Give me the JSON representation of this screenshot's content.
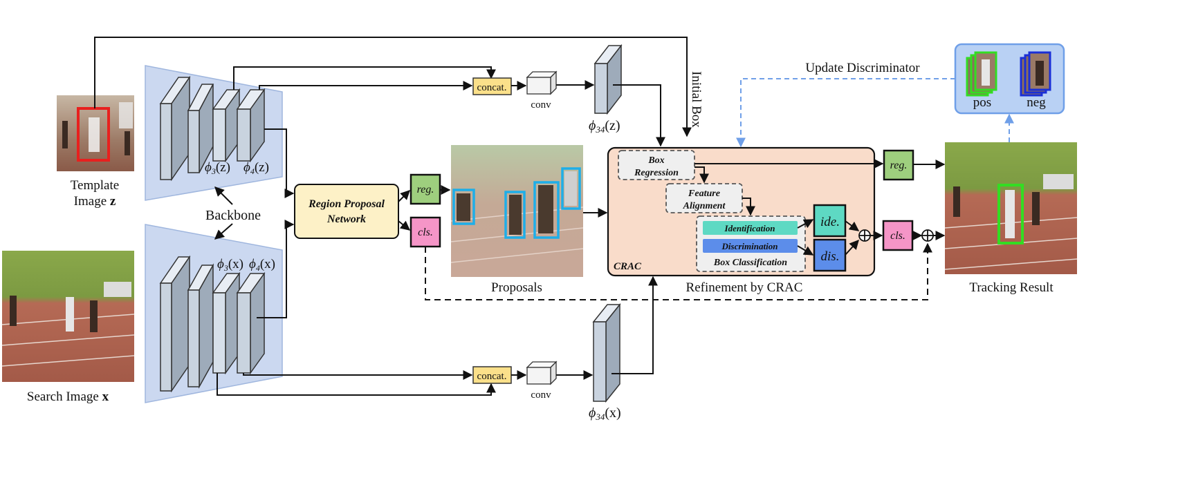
{
  "colors": {
    "template_box": "#e8201e",
    "proposal_box": "#1eaee8",
    "pos_box": "#33dd22",
    "neg_box": "#1a2fd6",
    "backbone_fill": "#cbd8f0",
    "layer_fill": "#a9b6c6",
    "rpn_fill": "#fdf1c7",
    "crac_fill": "#f9dcca",
    "concat_fill": "#fbe08a",
    "reg_fill": "#9ecf7e",
    "cls_fill": "#f595c7",
    "ide_fill": "#5ed9c3",
    "dis_fill": "#5c8dea",
    "memory_fill": "#b9d1f4",
    "memory_border": "#6f9fe8"
  },
  "inputs": {
    "template_label_1": "Template",
    "template_label_2": "Image ",
    "template_var": "z",
    "search_label": "Search Image ",
    "search_var": "x"
  },
  "backbone": {
    "label": "Backbone",
    "phi3z": "ϕ",
    "phi3z_sub": "3",
    "phi3z_arg": "(z)",
    "phi4z": "ϕ",
    "phi4z_sub": "4",
    "phi4z_arg": "(z)",
    "phi3x": "ϕ",
    "phi3x_sub": "3",
    "phi3x_arg": "(x)",
    "phi4x": "ϕ",
    "phi4x_sub": "4",
    "phi4x_arg": "(x)"
  },
  "fusion": {
    "concat_label": "concat.",
    "conv_label": "conv",
    "phi34z": "ϕ",
    "phi34z_sub": "34",
    "phi34z_arg": "(z)",
    "phi34x": "ϕ",
    "phi34x_sub": "34",
    "phi34x_arg": "(x)"
  },
  "rpn": {
    "line1": "Region Proposal",
    "line2": "Network",
    "reg": "reg.",
    "cls": "cls."
  },
  "proposals": {
    "label": "Proposals"
  },
  "initial_box": "Initial Box",
  "crac": {
    "tag": "CRAC",
    "caption": "Refinement by CRAC",
    "box_regression_1": "Box",
    "box_regression_2": "Regression",
    "feature_alignment_1": "Feature",
    "feature_alignment_2": "Alignment",
    "identification": "Identification",
    "discrimination": "Discrimination",
    "box_classification": "Box Classification",
    "ide": "ide.",
    "dis": "dis."
  },
  "outputs": {
    "reg": "reg.",
    "cls": "cls.",
    "tracking_result": "Tracking Result"
  },
  "memory": {
    "update": "Update Discriminator",
    "pos": "pos",
    "neg": "neg"
  }
}
